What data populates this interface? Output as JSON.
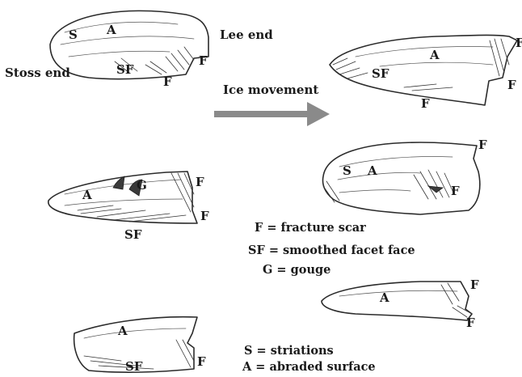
{
  "figure_labels": {
    "stoss_end": "Stoss end",
    "lee_end": "Lee end",
    "ice_movement": "Ice movement"
  },
  "letters": {
    "S": "S",
    "A": "A",
    "SF": "SF",
    "F": "F",
    "G": "G"
  },
  "legend": {
    "fracture": "F = fracture scar",
    "facet": "SF = smoothed facet face",
    "gouge": "G = gouge",
    "striations": "S = striations",
    "abraded": "A = abraded surface"
  },
  "colors": {
    "arrow": "#8a8a8a",
    "ink": "#2b2b2b"
  }
}
